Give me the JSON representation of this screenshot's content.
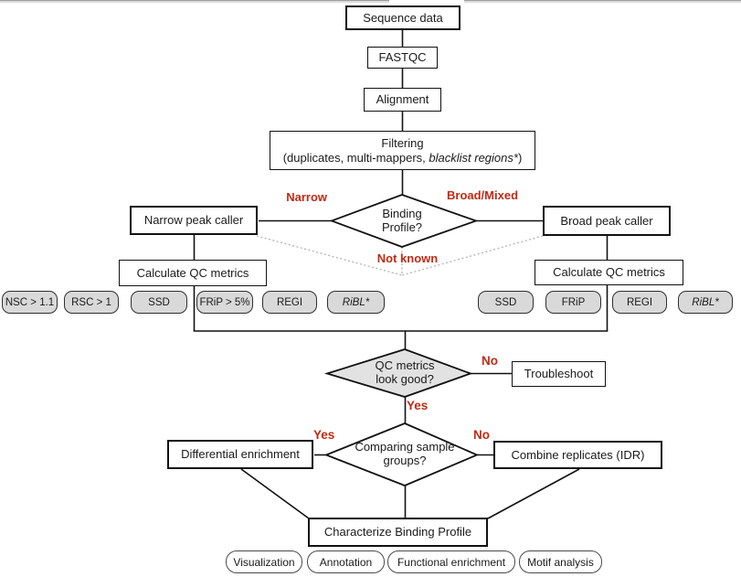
{
  "colors": {
    "accent": "#c02a14",
    "pill_fill": "#d9d9d9",
    "decision_fill": "#e2e2e2"
  },
  "nodes": {
    "sequence_data": "Sequence data",
    "fastqc": "FASTQC",
    "alignment": "Alignment",
    "filtering": {
      "title": "Filtering",
      "detail_prefix": "(duplicates, multi-mappers, ",
      "detail_italic": "blacklist regions*",
      "detail_suffix": ")"
    },
    "narrow_peak_caller": "Narrow peak caller",
    "broad_peak_caller": "Broad peak caller",
    "calc_qc_left": "Calculate QC metrics",
    "calc_qc_right": "Calculate QC metrics",
    "troubleshoot": "Troubleshoot",
    "differential_enrichment": "Differential enrichment",
    "combine_replicates": "Combine replicates (IDR)",
    "characterize": "Characterize Binding Profile"
  },
  "decisions": {
    "binding_profile": "Binding Profile?",
    "qc_good": "QC metrics look good?",
    "comparing": "Comparing sample groups?"
  },
  "edge_labels": {
    "narrow": "Narrow",
    "broad_mixed": "Broad/Mixed",
    "not_known": "Not known",
    "qc_no": "No",
    "qc_yes": "Yes",
    "comparing_yes": "Yes",
    "comparing_no": "No"
  },
  "qc_metrics": {
    "left": [
      "NSC > 1.1",
      "RSC > 1",
      "SSD",
      "FRiP > 5%",
      "REGI",
      "RiBL*"
    ],
    "right": [
      "SSD",
      "FRiP",
      "REGI",
      "RiBL*"
    ]
  },
  "outputs": [
    "Visualization",
    "Annotation",
    "Functional enrichment",
    "Motif analysis"
  ]
}
